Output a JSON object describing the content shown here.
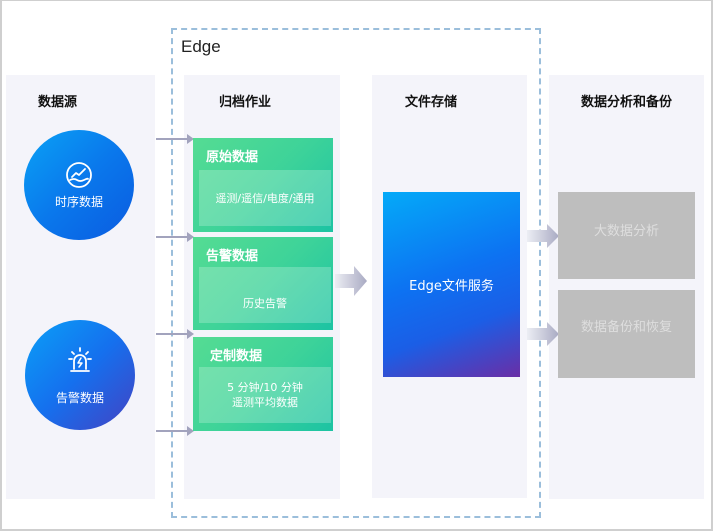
{
  "diagram": {
    "edge_label": "Edge",
    "columns": [
      {
        "title": "数据源"
      },
      {
        "title": "归档作业"
      },
      {
        "title": "文件存储"
      },
      {
        "title": "数据分析和备份"
      }
    ],
    "sources": [
      {
        "label": "时序数据",
        "icon": "trend-chart-icon"
      },
      {
        "label": "告警数据",
        "icon": "alarm-light-icon"
      }
    ],
    "archive_jobs": [
      {
        "title": "原始数据",
        "detail": "遥测/遥信/电度/通用"
      },
      {
        "title": "告警数据",
        "detail": "历史告警"
      },
      {
        "title": "定制数据",
        "detail_line1": "5 分钟/10 分钟",
        "detail_line2": "遥测平均数据"
      }
    ],
    "storage": {
      "label": "Edge文件服务"
    },
    "analysis": [
      {
        "label": "大数据分析"
      },
      {
        "label": "数据备份和恢复"
      }
    ],
    "colors": {
      "edge_border": "#9bbedb",
      "column_bg": "#f4f4fa",
      "green_start": "#55dc93",
      "green_end": "#1cc3a3",
      "blue_start": "#04aaf8",
      "blue_end": "#6a2ea6",
      "gray_box": "#bebebe",
      "arrow": "#a2a3bd"
    }
  }
}
